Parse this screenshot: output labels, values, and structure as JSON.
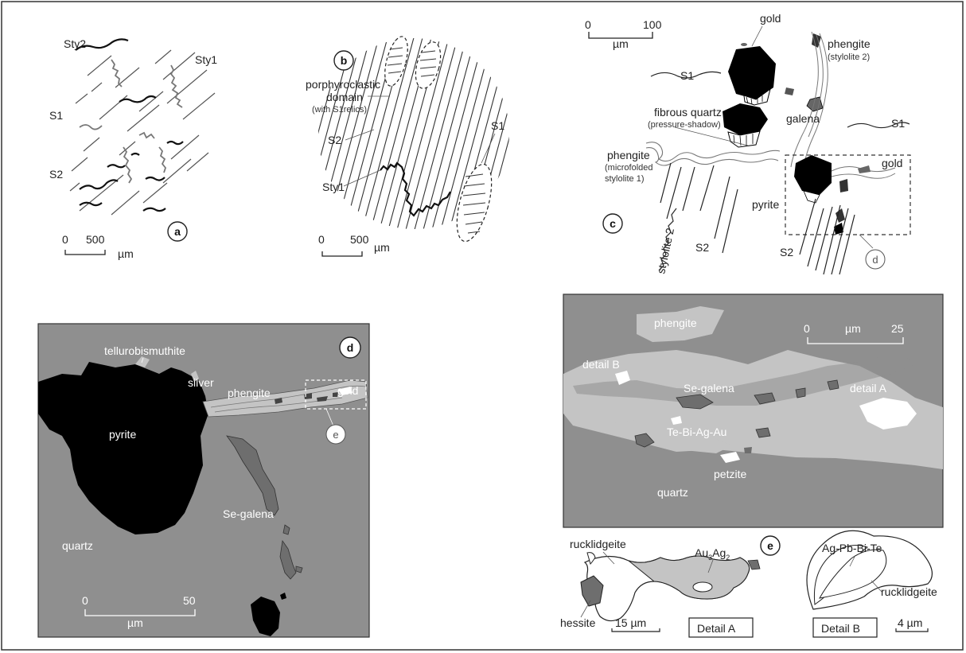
{
  "panels": {
    "a": {
      "marker": "a",
      "labels": {
        "sty2": "Sty2",
        "sty1": "Sty1",
        "s1": "S1",
        "s2": "S2"
      },
      "scale": {
        "zero": "0",
        "value": "500",
        "unit": "µm"
      }
    },
    "b": {
      "marker": "b",
      "labels": {
        "domain_line1": "porphyroclastic",
        "domain_line2": "domain",
        "domain_line3": "(with S1relics)",
        "s1": "S1",
        "s2": "S2",
        "sty1": "Sty1"
      },
      "scale": {
        "zero": "0",
        "value": "500",
        "unit": "µm"
      }
    },
    "c": {
      "marker": "c",
      "labels": {
        "gold_top": "gold",
        "phengite_s2_line1": "phengite",
        "phengite_s2_line2": "(stylolite 2)",
        "s1_left": "S1",
        "s1_right": "S1",
        "fibrous_line1": "fibrous quartz",
        "fibrous_line2": "(pressure-shadow)",
        "galena": "galena",
        "phengite_s1_line1": "phengite",
        "phengite_s1_line2": "(microfolded",
        "phengite_s1_line3": "stylolite 1)",
        "gold_right": "gold",
        "pyrite": "pyrite",
        "stylolite2": "stylolite 2",
        "s2_mid": "S2",
        "s2_right": "S2",
        "d_ref": "d"
      },
      "scale": {
        "zero": "0",
        "value": "100",
        "unit": "µm"
      }
    },
    "d": {
      "marker": "d",
      "labels": {
        "tellurobismuthite": "tellurobismuthite",
        "silver": "silver",
        "phengite": "phengite",
        "gold": "gold",
        "pyrite": "pyrite",
        "se_galena": "Se-galena",
        "quartz": "quartz",
        "e_ref": "e"
      },
      "scale": {
        "zero": "0",
        "value": "50",
        "unit": "µm"
      }
    },
    "e": {
      "marker": "e",
      "labels": {
        "phengite": "phengite",
        "detail_b": "detail B",
        "se_galena": "Se-galena",
        "detail_a": "detail A",
        "te_bi": "Te-Bi-Ag-Au",
        "petzite": "petzite",
        "quartz": "quartz"
      },
      "scale": {
        "zero": "0",
        "value": "25",
        "unit": "µm"
      }
    },
    "detail_a": {
      "title": "Detail A",
      "labels": {
        "rucklidgeite": "rucklidgeite",
        "hessite": "hessite",
        "au": "Au",
        "au_sub": "3",
        "ag": "Ag",
        "ag_sub": "2"
      },
      "scale": "15 µm"
    },
    "detail_b": {
      "title": "Detail B",
      "labels": {
        "agpbbite": "Ag-Pb-Bi-Te",
        "rucklidgeite": "rucklidgeite"
      },
      "scale": "4 µm"
    }
  },
  "colors": {
    "background_grey": "#8f8f8f",
    "light_mineral": "#c4c4c4",
    "dark_mineral": "#6e6e6e",
    "pyrite": "#000000"
  }
}
